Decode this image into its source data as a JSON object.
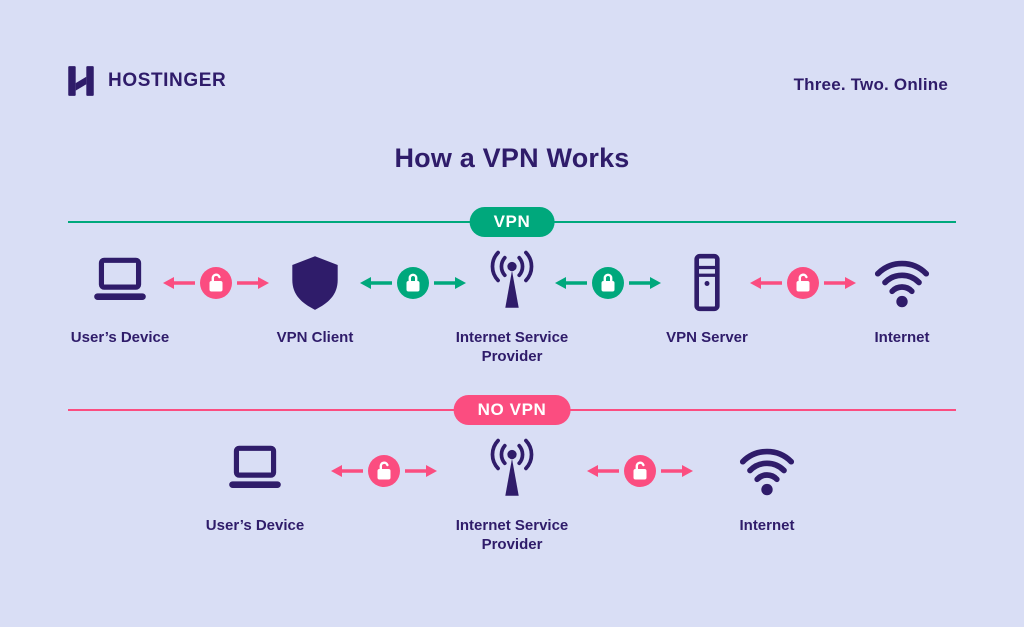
{
  "colors": {
    "bg": "#d9def5",
    "ink": "#2f1c6a",
    "teal": "#00a87c",
    "pink": "#fb4d80",
    "white": "#ffffff"
  },
  "header": {
    "logo_text": "HOSTINGER",
    "logo_icon": "hostinger-h-icon",
    "tagline": "Three. Two. Online"
  },
  "title": "How a VPN Works",
  "sections": [
    {
      "badge": "VPN",
      "badge_color": "#00a87c",
      "nodes": [
        {
          "icon": "laptop-icon",
          "label": "User’s Device"
        },
        {
          "icon": "shield-icon",
          "label": "VPN Client"
        },
        {
          "icon": "broadcast-antenna-icon",
          "label": "Internet Service Provider"
        },
        {
          "icon": "server-icon",
          "label": "VPN Server"
        },
        {
          "icon": "wifi-icon",
          "label": "Internet"
        }
      ],
      "connectors": [
        {
          "style": "pink",
          "lock": "unlocked"
        },
        {
          "style": "teal",
          "lock": "locked"
        },
        {
          "style": "teal",
          "lock": "locked"
        },
        {
          "style": "pink",
          "lock": "unlocked"
        }
      ]
    },
    {
      "badge": "NO VPN",
      "badge_color": "#fb4d80",
      "nodes": [
        {
          "icon": "laptop-icon",
          "label": "User’s Device"
        },
        {
          "icon": "broadcast-antenna-icon",
          "label": "Internet Service Provider"
        },
        {
          "icon": "wifi-icon",
          "label": "Internet"
        }
      ],
      "connectors": [
        {
          "style": "pink",
          "lock": "unlocked"
        },
        {
          "style": "pink",
          "lock": "unlocked"
        }
      ]
    }
  ]
}
